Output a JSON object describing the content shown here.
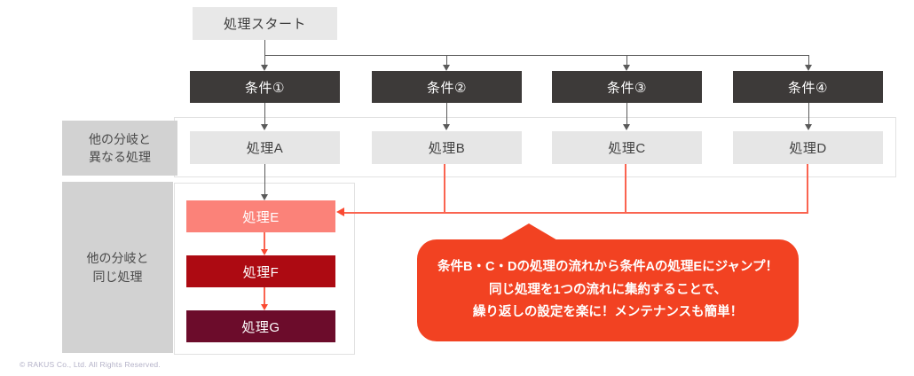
{
  "start": {
    "label": "処理スタート"
  },
  "conditions": [
    {
      "label": "条件①"
    },
    {
      "label": "条件②"
    },
    {
      "label": "条件③"
    },
    {
      "label": "条件④"
    }
  ],
  "processes_row1": [
    {
      "label": "処理A"
    },
    {
      "label": "処理B"
    },
    {
      "label": "処理C"
    },
    {
      "label": "処理D"
    }
  ],
  "processes_shared": [
    {
      "label": "処理E"
    },
    {
      "label": "処理F"
    },
    {
      "label": "処理G"
    }
  ],
  "side_labels": {
    "different": "他の分岐と\n異なる処理",
    "same": "他の分岐と\n同じ処理"
  },
  "callout": {
    "text": "条件B・C・Dの処理の流れから条件Aの処理Eにジャンプ！\n同じ処理を1つの流れに集約することで、\n繰り返しの設定を楽に！メンテナンスも簡単！"
  },
  "footer": {
    "text": "© RAKUS Co., Ltd. All Rights Reserved."
  },
  "colors": {
    "condition_bg": "#3d3a39",
    "process_bg": "#e6e6e6",
    "start_bg": "#e8e8e8",
    "panel_bg": "#d2d2d2",
    "process_e": "#fb8279",
    "process_f": "#ad0a12",
    "process_g": "#6c0c2b",
    "callout_bg": "#f24222",
    "red_line": "#fa6450",
    "gray_line": "#5a5a5a"
  }
}
